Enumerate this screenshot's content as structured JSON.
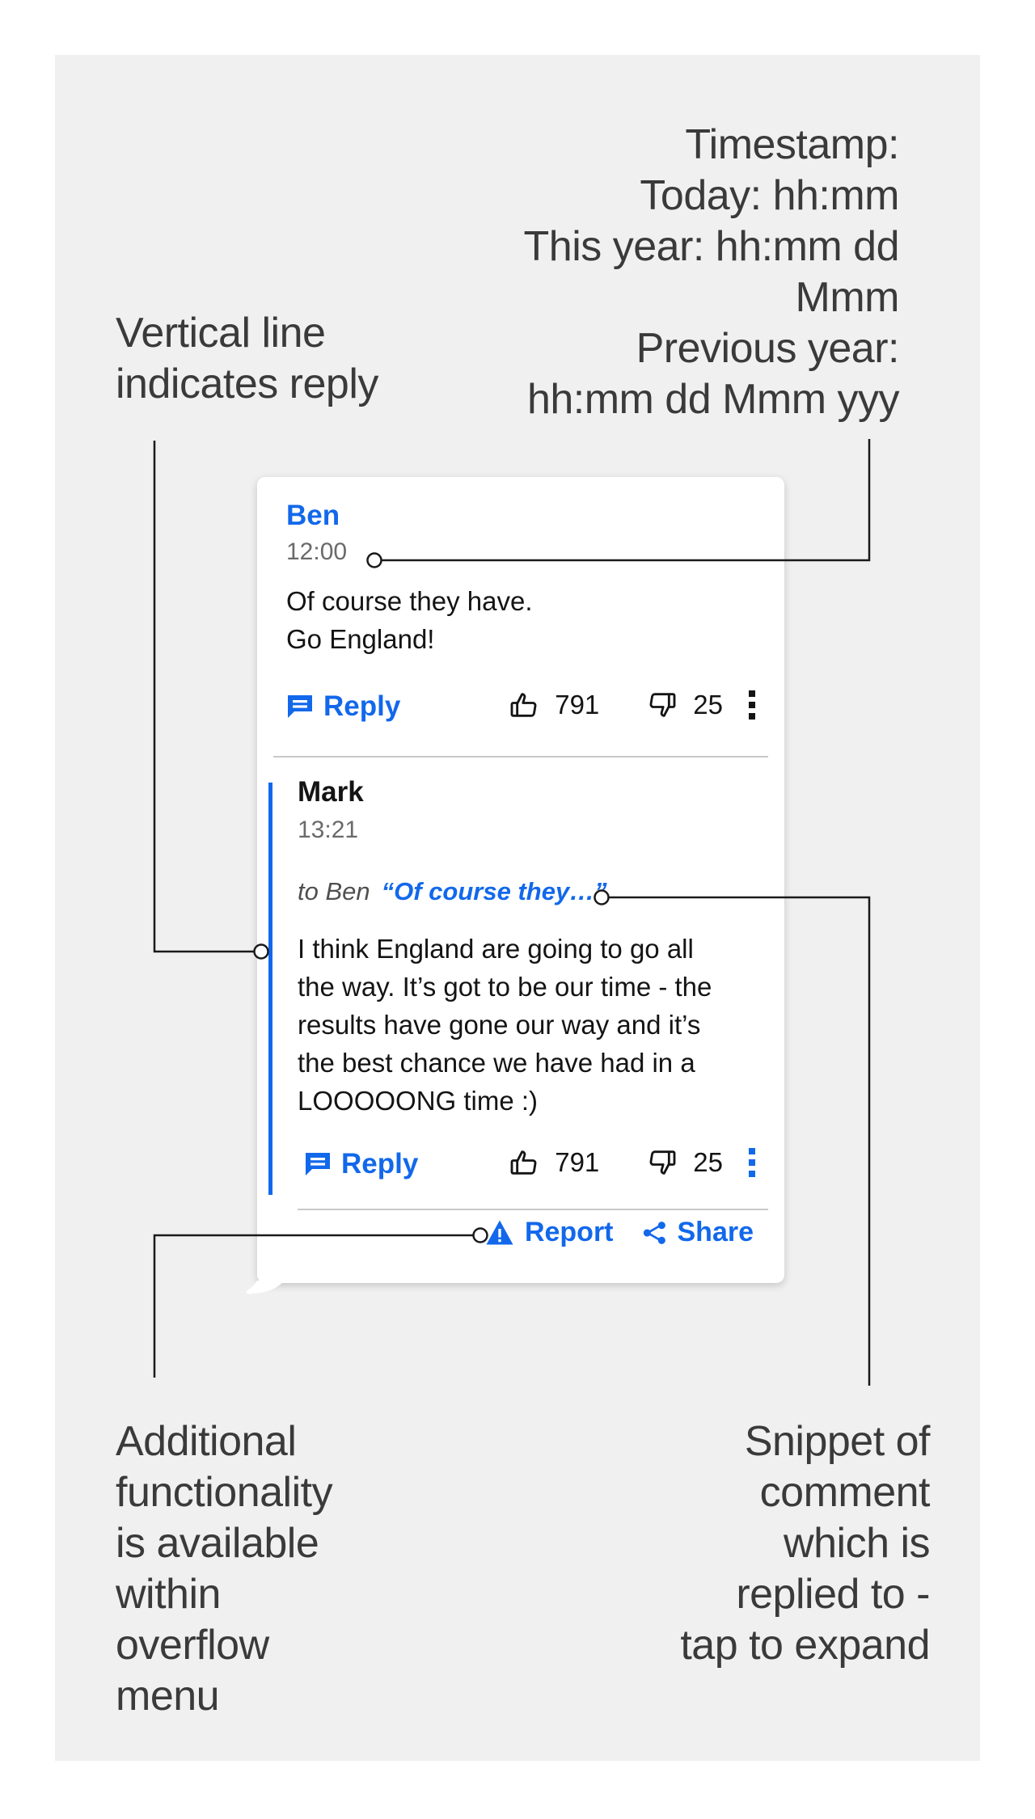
{
  "annotations": {
    "timestamp": {
      "lines": [
        "Timestamp:",
        "Today: hh:mm",
        "This year: hh:mm dd",
        "Mmm",
        "Previous year:",
        "hh:mm dd Mmm yyy"
      ]
    },
    "reply_line": {
      "lines": [
        "Vertical line",
        "indicates reply"
      ]
    },
    "overflow": {
      "lines": [
        "Additional",
        "functionality",
        "is available",
        "within",
        "overflow",
        "menu"
      ]
    },
    "snippet": {
      "lines": [
        "Snippet of",
        "comment",
        "which is",
        "replied to -",
        "tap to expand"
      ]
    }
  },
  "comments": [
    {
      "author": "Ben",
      "time": "12:00",
      "body_lines": [
        "Of course they have.",
        "Go England!"
      ],
      "reply_label": "Reply",
      "likes": "791",
      "dislikes": "25"
    },
    {
      "author": "Mark",
      "time": "13:21",
      "reply_context": {
        "prefix": "to Ben",
        "snippet": "“Of course they…”"
      },
      "body_lines": [
        "I think England are going to go all",
        "the way. It’s got to be our time - the",
        "results have gone our way and it’s",
        "the best chance we have had in a",
        "LOOOOONG time :)"
      ],
      "reply_label": "Reply",
      "likes": "791",
      "dislikes": "25"
    }
  ],
  "footer": {
    "report_label": "Report",
    "share_label": "Share"
  },
  "colors": {
    "accent": "#1268EB",
    "text": "#141414",
    "muted": "#6a6a6a",
    "annotation": "#3a3a3a",
    "panel": "#f0f0f0",
    "divider": "#c9c9c9",
    "connector": "#1a1a1a"
  }
}
